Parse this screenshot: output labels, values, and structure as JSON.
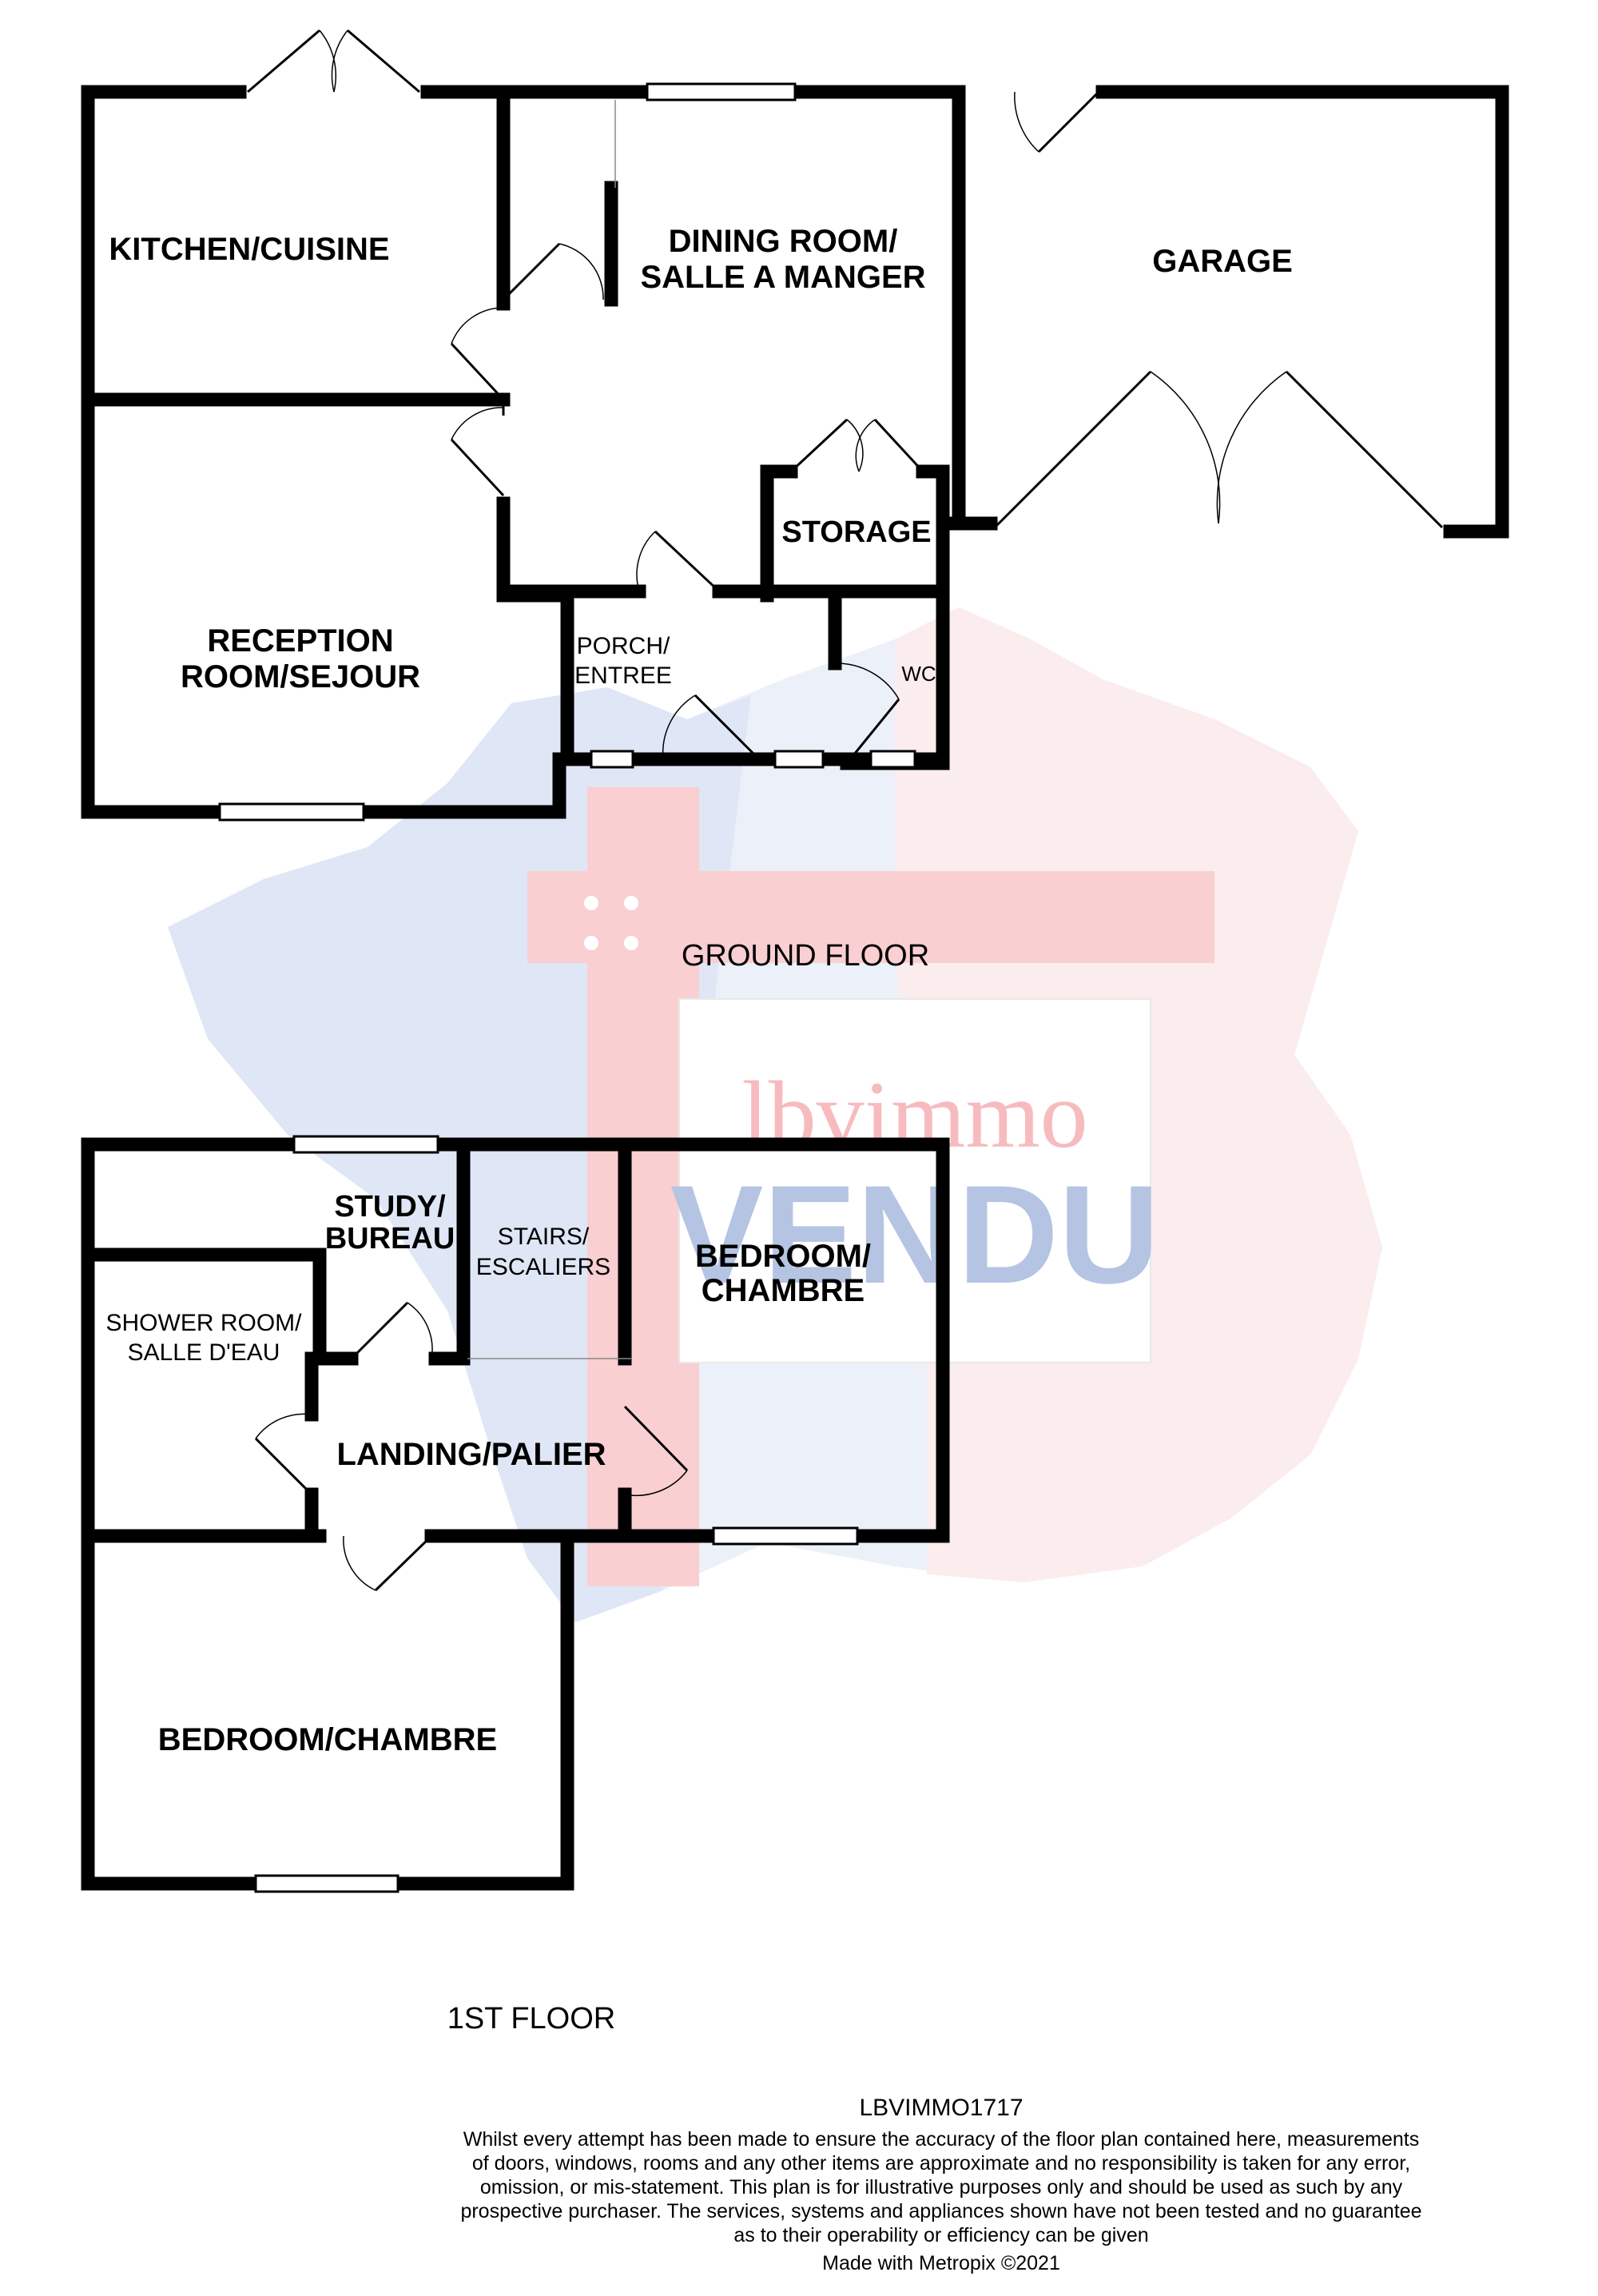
{
  "watermark": {
    "brand": "lbvimmo",
    "stamp": "VENDU",
    "colors": {
      "red": "#e7303a",
      "blue": "#1a4aa8"
    }
  },
  "ground_floor": {
    "title": "GROUND FLOOR",
    "rooms": {
      "kitchen": "KITCHEN/CUISINE",
      "dining_1": "DINING ROOM/",
      "dining_2": "SALLE A MANGER",
      "garage": "GARAGE",
      "storage": "STORAGE",
      "reception_1": "RECEPTION",
      "reception_2": "ROOM/SEJOUR",
      "porch_1": "PORCH/",
      "porch_2": "ENTREE",
      "wc": "WC"
    }
  },
  "first_floor": {
    "title": "1ST FLOOR",
    "rooms": {
      "study_1": "STUDY/",
      "study_2": "BUREAU",
      "stairs_1": "STAIRS/",
      "stairs_2": "ESCALIERS",
      "bedroom_right_1": "BEDROOM/",
      "bedroom_right_2": "CHAMBRE",
      "shower_1": "SHOWER ROOM/",
      "shower_2": "SALLE D'EAU",
      "landing": "LANDING/PALIER",
      "bedroom_main": "BEDROOM/CHAMBRE"
    }
  },
  "footer": {
    "reference": "LBVIMMO1717",
    "disclaimer": [
      "Whilst every attempt has been made to ensure the accuracy of the floor plan contained here, measurements",
      "of doors, windows, rooms and any other items are approximate and no responsibility is taken for any error,",
      "omission, or mis-statement. This plan is for illustrative purposes only and should be used as such by any",
      "prospective purchaser. The services, systems and appliances shown have not been tested and no guarantee",
      "as to their operability or efficiency can be given"
    ],
    "credit": "Made with Metropix ©2021"
  }
}
